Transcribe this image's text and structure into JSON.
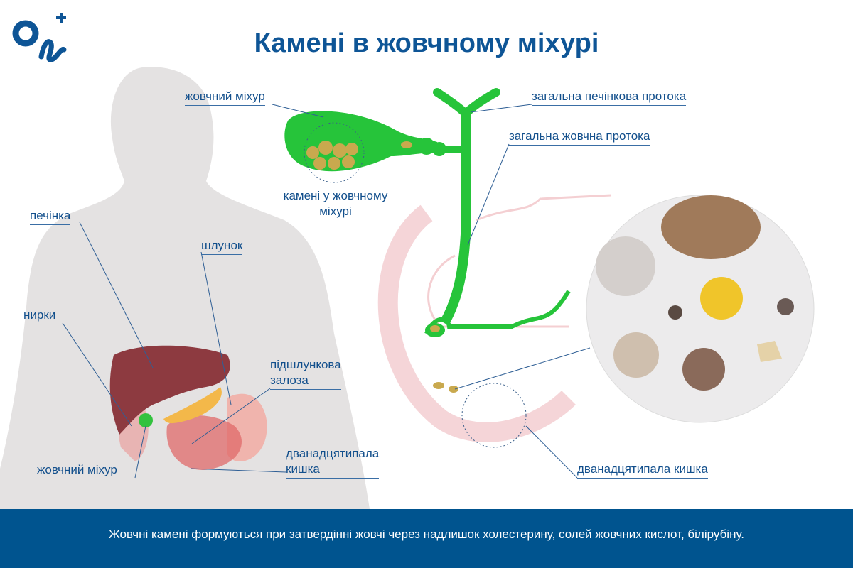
{
  "logo": {
    "text": "On+",
    "color": "#0e5596"
  },
  "title": "Камені в жовчному міхурі",
  "labels": {
    "gallbladder_top": "жовчний міхур",
    "common_hepatic_duct": "загальна печінкова протока",
    "common_bile_duct": "загальна жовчна протока",
    "stones_line1": "камені у жовчному",
    "stones_line2": "міхурі",
    "liver": "печінка",
    "stomach": "шлунок",
    "kidneys": "нирки",
    "pancreas_line1": "підшлункова",
    "pancreas_line2": "залоза",
    "duodenum_left_line1": "дванадцятипала",
    "duodenum_left_line2": "кишка",
    "gallbladder_bottom": "жовчний міхур",
    "duodenum_right": "дванадцятипала кишка"
  },
  "footer": "Жовчні камені формуються при затвердінні жовчі через надлишок холестерину, солей жовчних кислот, білірубіну.",
  "colors": {
    "accent": "#0e5596",
    "footer_bg": "#00548f",
    "gallbladder": "#22c33a"
  }
}
